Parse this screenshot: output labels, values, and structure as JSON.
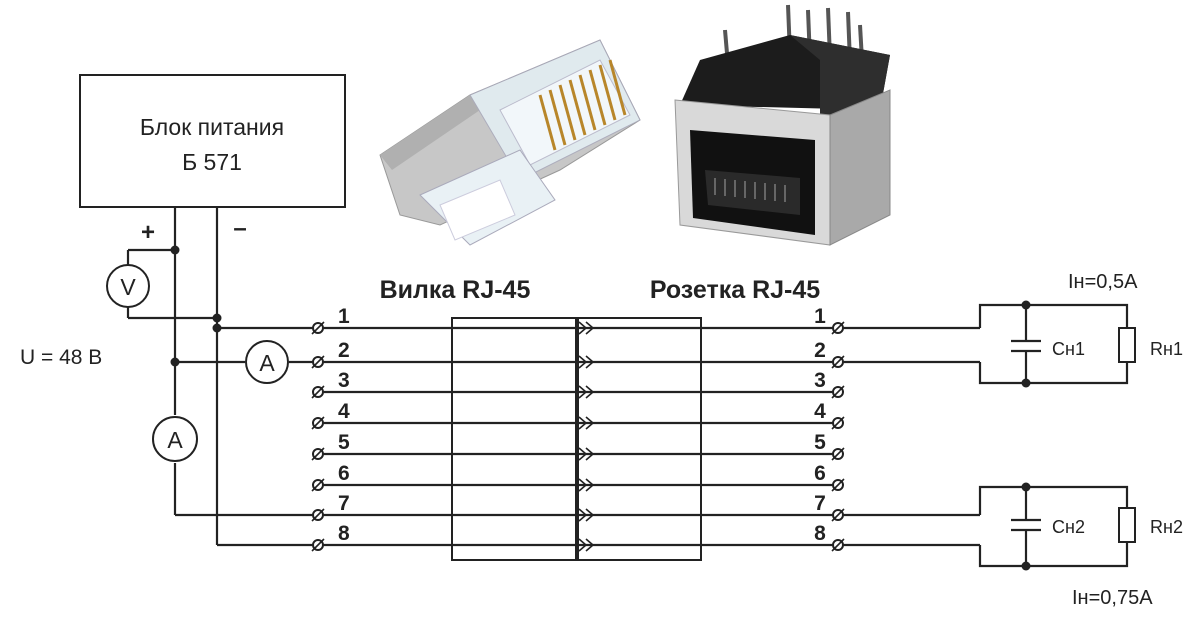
{
  "power_supply": {
    "line1": "Блок питания",
    "line2": "Б 571"
  },
  "polarity": {
    "plus": "+",
    "minus": "–"
  },
  "voltage_label": "U = 48 В",
  "meters": {
    "voltmeter": "V",
    "ammeter_top": "A",
    "ammeter_bottom": "A"
  },
  "plug_title": "Вилка RJ-45",
  "socket_title": "Розетка RJ-45",
  "pins": [
    "1",
    "2",
    "3",
    "4",
    "5",
    "6",
    "7",
    "8"
  ],
  "load1": {
    "current": "Iн=0,5A",
    "capacitor": "Cн1",
    "resistor": "Rн1"
  },
  "load2": {
    "current": "Iн=0,75A",
    "capacitor": "Cн2",
    "resistor": "Rн2"
  }
}
